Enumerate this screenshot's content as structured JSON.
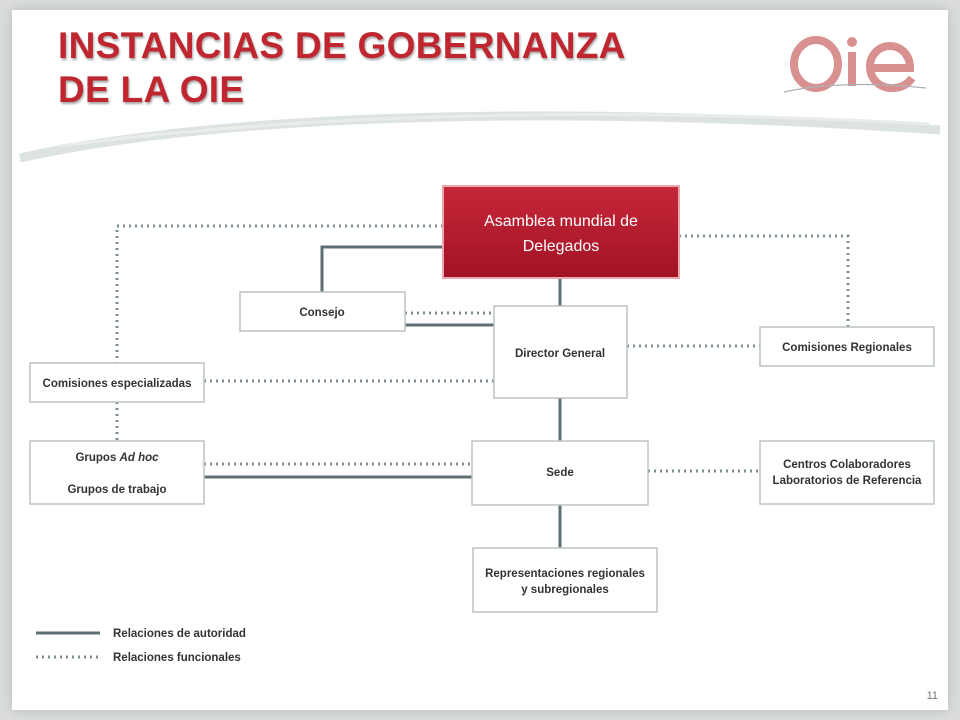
{
  "title": {
    "line1": "INSTANCIAS DE GOBERNANZA",
    "line2": "DE LA OIE"
  },
  "logo": {
    "text": "OIE"
  },
  "nodes": {
    "asamblea": {
      "line1": "Asamblea mundial de",
      "line2": "Delegados"
    },
    "consejo": "Consejo",
    "director": "Director General",
    "comisiones_regionales": "Comisiones Regionales",
    "comisiones_especializadas": "Comisiones especializadas",
    "grupos": {
      "line1_prefix": "Grupos ",
      "line1_italic": "Ad hoc",
      "line2": "Grupos de trabajo"
    },
    "sede": "Sede",
    "centros": {
      "line1": "Centros Colaboradores",
      "line2": "Laboratorios de Referencia"
    },
    "representaciones": {
      "line1": "Representaciones regionales",
      "line2": "y subregionales"
    }
  },
  "legend": {
    "authority": "Relaciones de autoridad",
    "functional": "Relaciones funcionales"
  },
  "colors": {
    "title": "#c0262f",
    "asamblea_fill": "#b8182a",
    "solid_line": "#5e6e75",
    "dotted_line": "#7e8e95"
  },
  "page_number": "11"
}
